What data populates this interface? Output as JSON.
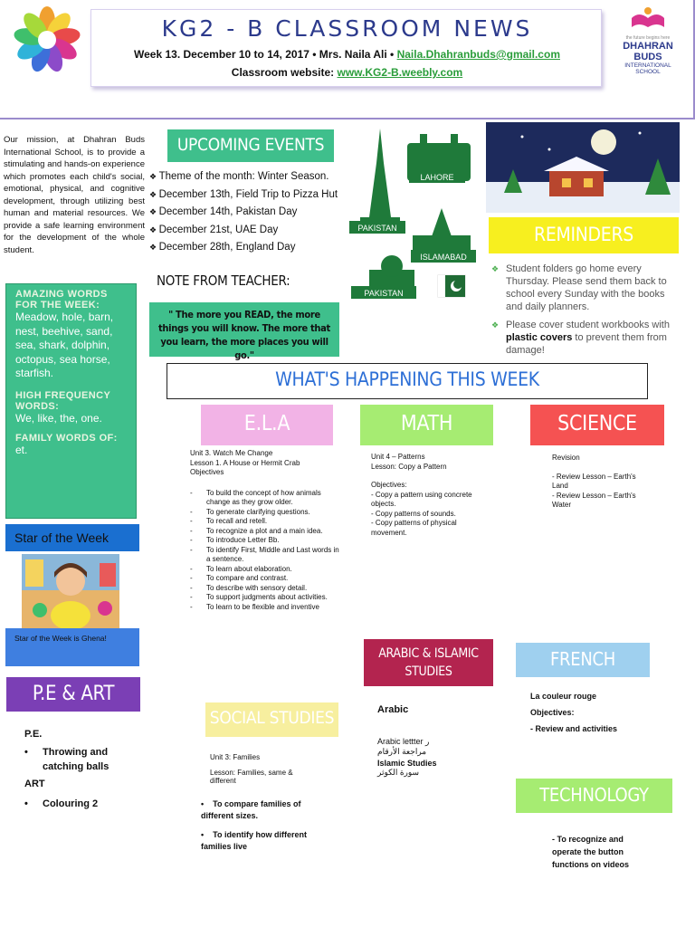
{
  "header": {
    "title": "KG2 - B CLASSROOM NEWS",
    "week_line": "Week 13. December 10 to 14, 2017 • Mrs. Naila Ali •",
    "email": "Naila.Dhahranbuds@gmail.com",
    "website_label": "Classroom website:",
    "website": "www.KG2-B.weebly.com",
    "logo_tag": "the future begins here",
    "logo_name": "DHAHRAN BUDS",
    "logo_sub": "INTERNATIONAL SCHOOL"
  },
  "mission": "Our mission, at Dhahran Buds International School, is to provide a stimulating and hands-on experience which promotes each child's social, emotional, physical, and cognitive development, through utilizing best human and material resources. We provide a safe learning environment for the development of the whole student.",
  "words_box": {
    "amazing_title": "AMAZING WORDS FOR THE WEEK:",
    "amazing_words": "Meadow, hole, barn, nest, beehive, sand, sea, shark, dolphin, octopus, sea horse, starfish.",
    "hf_title": "HIGH FREQUENCY WORDS:",
    "hf_words": "We, like, the, one.",
    "family_title": "FAMILY WORDS OF:",
    "family_words": "et."
  },
  "star": {
    "title": "Star of the Week",
    "caption": "Star of the Week is Ghena!"
  },
  "pe_art": {
    "title": "P.E & ART",
    "pe_label": "P.E.",
    "pe_item": "Throwing and catching balls",
    "art_label": "ART",
    "art_item": "Colouring 2"
  },
  "events": {
    "title": "UPCOMING EVENTS",
    "items": [
      "Theme of the month: Winter Season.",
      "December 13th, Field Trip to Pizza Hut",
      "December 14th, Pakistan Day",
      "December 21st, UAE Day",
      "December 28th, England Day"
    ]
  },
  "note": {
    "title": "NOTE FROM TEACHER:",
    "quote": "\" The more you READ, the more things you will know. The more that you learn, the more places you will go.\""
  },
  "landmarks": {
    "lahore": "LAHORE",
    "pakistan1": "PAKISTAN",
    "islamabad": "ISLAMABAD",
    "pakistan2": "PAKISTAN"
  },
  "reminders": {
    "title": "REMINDERS",
    "item1": "Student folders go home every Thursday. Please send them back to school every Sunday with the books and daily planners.",
    "item2_pre": "Please cover student workbooks with ",
    "item2_bold": "plastic covers",
    "item2_post": " to prevent them from damage!"
  },
  "happening": {
    "title": "WHAT'S HAPPENING THIS WEEK"
  },
  "ela": {
    "title": "E.L.A",
    "unit": "Unit 3. Watch Me Change",
    "lesson": "Lesson 1.  A House or Hermit Crab",
    "obj": "Objectives",
    "items": [
      "To build the concept of how animals change as they grow older.",
      "To generate clarifying questions.",
      "To recall and retell.",
      "To recognize a plot and a main idea.",
      "To introduce Letter Bb.",
      "To identify First, Middle and Last words in a sentence.",
      "To learn about elaboration.",
      "To compare and contrast.",
      "To describe with sensory detail.",
      "To support judgments about activities.",
      "To learn to be flexible and inventive"
    ]
  },
  "math": {
    "title": "MATH",
    "unit": "Unit 4 – Patterns",
    "lesson": "Lesson: Copy a Pattern",
    "obj": "Objectives:",
    "items": [
      "- Copy a pattern using concrete objects.",
      "- Copy patterns of sounds.",
      "- Copy patterns of physical movement."
    ]
  },
  "science": {
    "title": "SCIENCE",
    "revision": "Revision",
    "item1": "- Review Lesson – Earth's Land",
    "item2": "- Review Lesson  – Earth's Water"
  },
  "arabic": {
    "title": "ARABIC & ISLAMIC STUDIES",
    "label": "Arabic",
    "letter": "Arabic lettter ر",
    "arabic1": "مراجعة الأرقام",
    "islamic": "Islamic Studies",
    "arabic2": "سورة الكوثر"
  },
  "french": {
    "title": "FRENCH",
    "line1": "La couleur rouge",
    "line2": "Objectives:",
    "line3": "-  Review and activities"
  },
  "social": {
    "title": "SOCIAL STUDIES",
    "unit": "Unit 3: Families",
    "lesson": "Lesson: Families, same & different",
    "item1": "To compare families of different sizes.",
    "item2": "To identify how different families live"
  },
  "tech": {
    "title": "TECHNOLOGY",
    "text": "- To recognize and operate the button functions on videos"
  },
  "colors": {
    "teal": "#3fbf8c",
    "yellow": "#f7ef1f",
    "pink": "#f2b3e6",
    "lightgreen": "#a6ec72",
    "red": "#f55252",
    "crimson": "#b3244f",
    "lightblue": "#9fd0ef",
    "purple": "#7b3fb5",
    "blue": "#2d6fd6"
  }
}
